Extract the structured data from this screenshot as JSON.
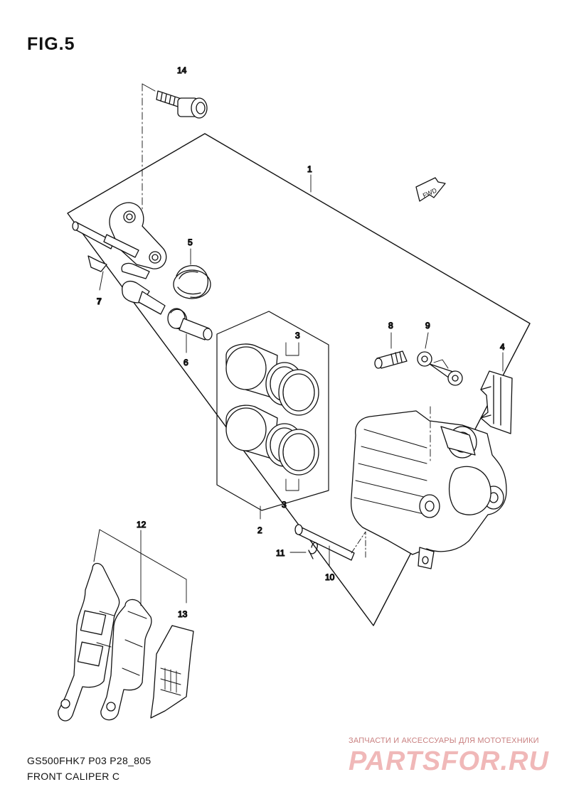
{
  "header": {
    "figure_label": "FIG.5"
  },
  "footer": {
    "model_code": "GS500FHK7 P03 P28_805",
    "caption": "FRONT CALIPER C"
  },
  "direction_marker": {
    "label": "FWD"
  },
  "callouts": {
    "c1": "1",
    "c2": "2",
    "c3a": "3",
    "c3b": "3",
    "c4": "4",
    "c5": "5",
    "c6": "6",
    "c7": "7",
    "c8": "8",
    "c9": "9",
    "c10": "10",
    "c11": "11",
    "c12": "12",
    "c13": "13",
    "c14": "14"
  },
  "watermark": {
    "subtitle": "ЗАПЧАСТИ И АКСЕССУАРЫ ДЛЯ МОТОТЕХНИКИ",
    "brand": "PARTSFOR.RU"
  }
}
